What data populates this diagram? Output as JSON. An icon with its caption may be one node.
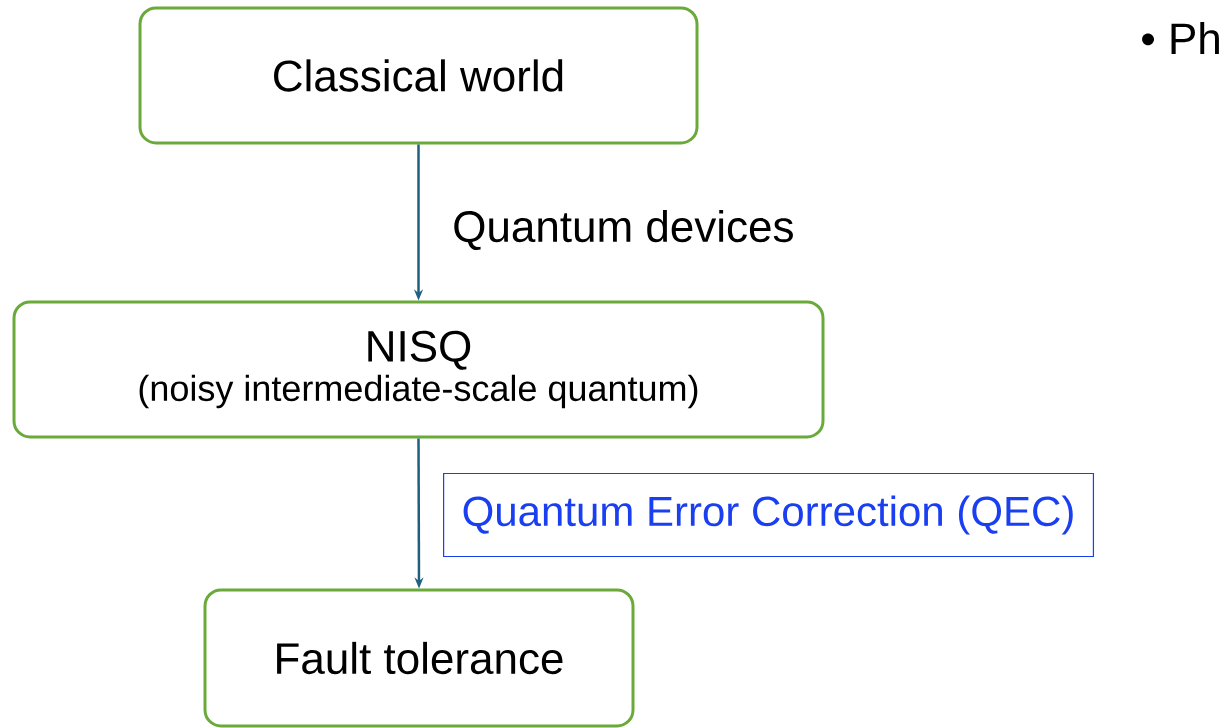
{
  "diagram": {
    "nodes": [
      {
        "text": [
          "Classical world"
        ]
      },
      {
        "text": [
          "NISQ",
          "(noisy intermediate-scale quantum)"
        ]
      },
      {
        "text": [
          "Fault tolerance"
        ]
      }
    ],
    "edges": [
      {
        "from": 0,
        "to": 1,
        "arrow": "to",
        "label": "Quantum devices"
      },
      {
        "from": 1,
        "to": 2,
        "arrow": "to",
        "label": "Quantum Error Correction (QEC)"
      }
    ],
    "labels": [
      "• Ph"
    ]
  }
}
